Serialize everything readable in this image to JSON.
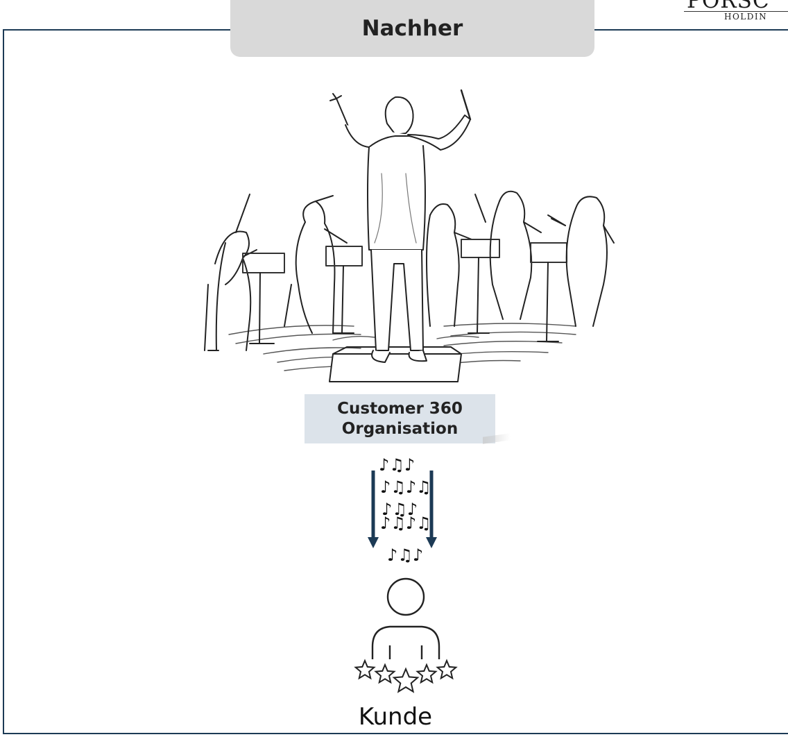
{
  "header": {
    "title": "Nachher"
  },
  "logo": {
    "brand": "PORSC",
    "sub": "HOLDIN"
  },
  "organisation": {
    "line1": "Customer 360",
    "line2": "Organisation"
  },
  "customer": {
    "label": "Kunde",
    "stars": 5
  },
  "music_notes": [
    "♪♫♪",
    "♪♫♪♫",
    "♪♫♪",
    "♪♫♪♫",
    "♪♫♪"
  ],
  "colors": {
    "frame": "#1c3a55",
    "arrow": "#1c3a55",
    "tab": "#d9d9d9",
    "org_box": "#dce3ea"
  },
  "icons": [
    "conductor-orchestra-illustration",
    "down-arrow-icon",
    "music-note-icon",
    "person-icon",
    "star-icon"
  ]
}
